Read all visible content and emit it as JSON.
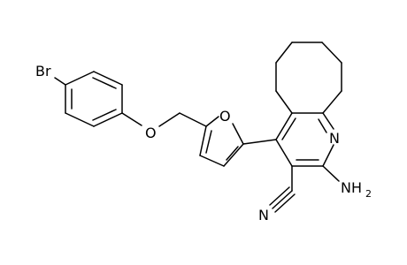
{
  "structure": {
    "atom_labels": {
      "br": "Br",
      "o_ether": "O",
      "o_furan": "O",
      "n_ring": "N",
      "n_nitrile": "N",
      "nh2_main": "NH",
      "nh2_sub": "2"
    },
    "colors": {
      "bond": "#000000",
      "label": "#000000",
      "background": "#ffffff"
    }
  }
}
